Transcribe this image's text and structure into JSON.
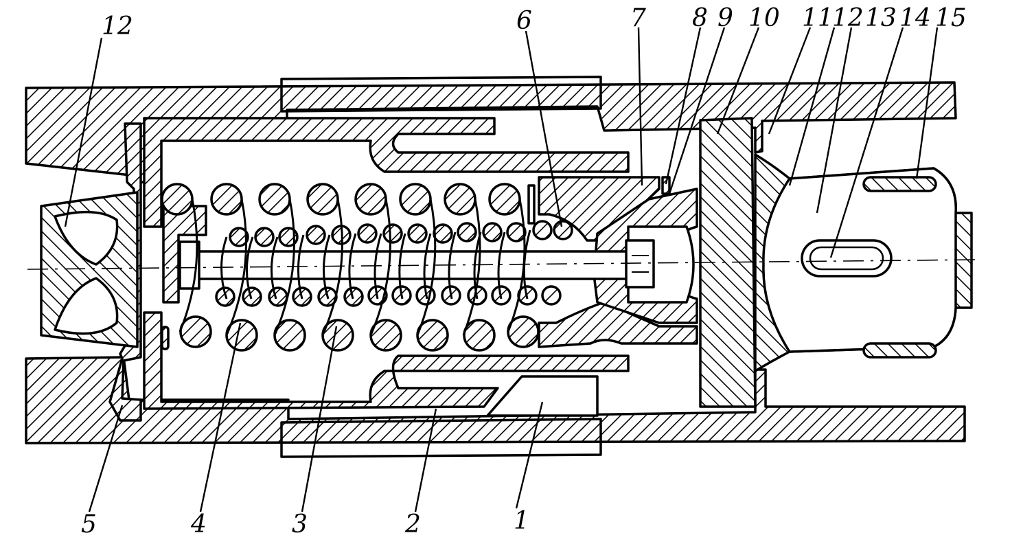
{
  "diagram": {
    "labels": {
      "l1": "1",
      "l2": "2",
      "l3": "3",
      "l4": "4",
      "l5": "5",
      "l6": "6",
      "l7": "7",
      "l8": "8",
      "l9": "9",
      "l10": "10",
      "l11": "11",
      "l12_top": "12",
      "l12_left": "12",
      "l13": "13",
      "l14": "14",
      "l15": "15"
    }
  }
}
